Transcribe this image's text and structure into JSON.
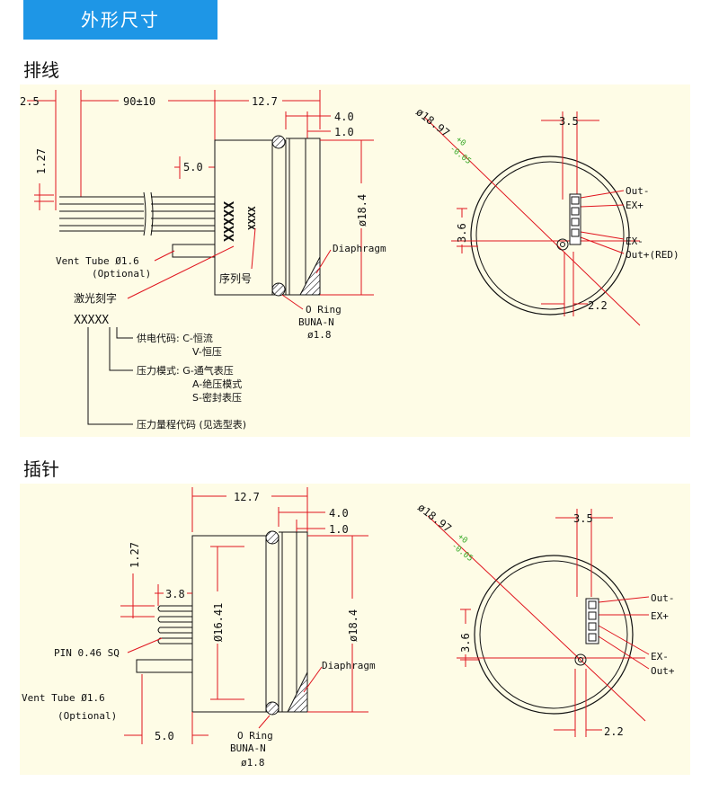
{
  "header": {
    "title": "外形尺寸"
  },
  "sections": [
    {
      "title": "排线",
      "labels": {
        "d_2_5": "2.5",
        "d_90": "90±10",
        "d_12_7": "12.7",
        "d_4_0": "4.0",
        "d_1_0": "1.0",
        "d_1_27": "1.27",
        "d_5_0": "5.0",
        "d_18_4": "ø18.4",
        "marking_1": "XXXXX",
        "marking_2": "XXXX",
        "serial": "序列号",
        "diaphragm": "Diaphragm",
        "vent_tube": "Vent Tube Ø1.6",
        "optional": "(Optional)",
        "laser": "激光刻字",
        "code": "XXXXX",
        "supply": "供电代码: C-恒流",
        "supply_v": "V-恒压",
        "pressure_mode": "压力模式: G-通气表压",
        "mode_a": "A-绝压模式",
        "mode_s": "S-密封表压",
        "range_code": "压力量程代码 (见选型表)",
        "o_ring": "O Ring",
        "buna": "BUNA-N",
        "ring_d": "ø1.8",
        "d_18_97": "ø18.97",
        "tol_plus": "+0",
        "tol_minus": "-0.05",
        "d_3_5": "3.5",
        "d_3_6": "3.6",
        "d_2_2": "2.2",
        "out_minus": "Out-",
        "ex_plus": "EX+",
        "ex_minus": "EX-",
        "out_plus": "Out+(RED)"
      }
    },
    {
      "title": "插针",
      "labels": {
        "d_12_7": "12.7",
        "d_4_0": "4.0",
        "d_1_0": "1.0",
        "d_1_27": "1.27",
        "d_3_8": "3.8",
        "d_16_41": "Ø16.41",
        "d_18_4": "ø18.4",
        "diaphragm": "Diaphragm",
        "pin": "PIN 0.46 SQ",
        "vent_tube": "Vent Tube Ø1.6",
        "optional": "(Optional)",
        "d_5_0": "5.0",
        "o_ring": "O Ring",
        "buna": "BUNA-N",
        "ring_d": "ø1.8",
        "d_18_97": "ø18.97",
        "tol_plus": "+0",
        "tol_minus": "-0.05",
        "d_3_5": "3.5",
        "d_3_6": "3.6",
        "d_2_2": "2.2",
        "out_minus": "Out-",
        "ex_plus": "EX+",
        "ex_minus": "EX-",
        "out_plus": "Out+"
      }
    }
  ],
  "colors": {
    "banner": "#1e96e6",
    "panel": "#fefce6",
    "dimension": "#e0141e",
    "tolerance": "#3aaa2a"
  }
}
